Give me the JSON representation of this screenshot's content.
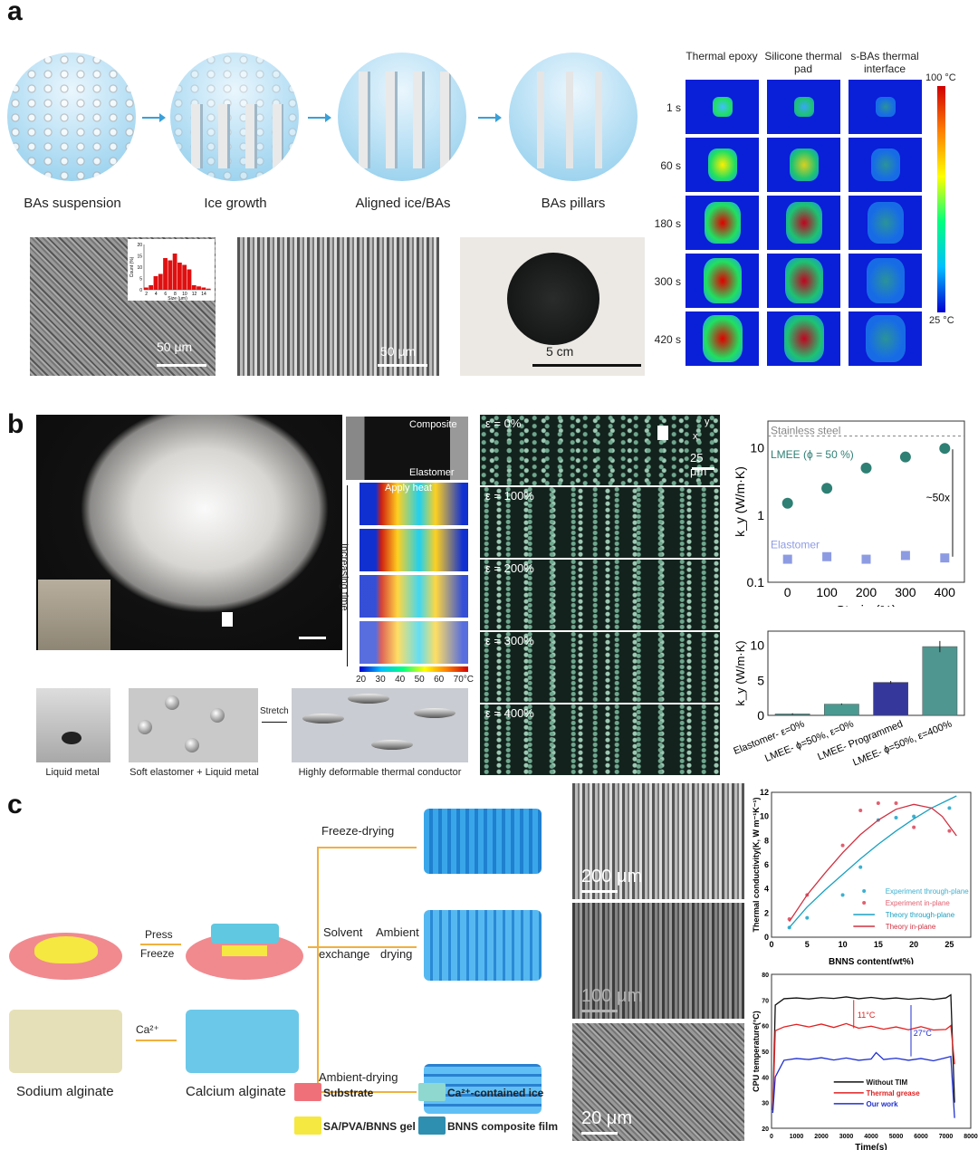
{
  "panel_a": {
    "label": "a",
    "steps": [
      "BAs suspension",
      "Ice growth",
      "Aligned ice/BAs",
      "BAs pillars"
    ],
    "sem_scales": [
      "50 μm",
      "50 μm",
      "5 cm"
    ],
    "histogram": {
      "ylabel": "Count (%)",
      "xlabel": "Size (μm)",
      "yticks": [
        "0",
        "5",
        "10",
        "15",
        "20"
      ],
      "xticks": [
        "2",
        "4",
        "6",
        "8",
        "10",
        "12",
        "14"
      ],
      "values": [
        1,
        2,
        6,
        7,
        14,
        13,
        16,
        12,
        11,
        9,
        2,
        1.5,
        1,
        0.5
      ],
      "color": "#e01010"
    },
    "thermal": {
      "columns": [
        "Thermal epoxy",
        "Silicone thermal pad",
        "s-BAs thermal interface"
      ],
      "times": [
        "1 s",
        "60 s",
        "180 s",
        "300 s",
        "420 s"
      ],
      "cbar_max": "100 °C",
      "cbar_min": "25 °C"
    }
  },
  "panel_b": {
    "label": "b",
    "photo_labels": {
      "composite": "Composite",
      "elastomer": "Elastomer",
      "apply_heat": "Apply heat",
      "increasing_time": "Increasing time"
    },
    "cbar_ticks": [
      "20",
      "30",
      "40",
      "50",
      "60",
      "70°C"
    ],
    "bottom_captions": [
      "Liquid metal",
      "Soft elastomer + Liquid metal",
      "Highly deformable thermal conductor"
    ],
    "stretch_label": "Stretch",
    "micro_labels": [
      "ε = 0%",
      "ε = 100%",
      "ε = 200%",
      "ε = 300%",
      "ε = 400%"
    ],
    "micro_scale": "25 μm",
    "axes_labels": {
      "y": "y",
      "x": "x"
    }
  },
  "panel_c": {
    "label": "c",
    "process": {
      "press": "Press",
      "freeze": "Freeze",
      "freeze_drying": "Freeze-drying",
      "solvent": "Solvent",
      "exchange": "exchange",
      "ambient": "Ambient",
      "drying": "drying",
      "ambient_drying": "Ambient-drying",
      "ca": "Ca²⁺",
      "sodium": "Sodium alginate",
      "calcium": "Calcium alginate"
    },
    "legend": [
      {
        "label": "Substrate",
        "color": "#f0707a"
      },
      {
        "label": "Ca²⁺-contained ice",
        "color": "#8fd8d0"
      },
      {
        "label": "SA/PVA/BNNS gel",
        "color": "#f5e840"
      },
      {
        "label": "BNNS composite film",
        "color": "#2f8fb0"
      }
    ],
    "sem_scales": [
      "200 μm",
      "100 μm",
      "20 μm"
    ]
  },
  "chart_data": [
    {
      "type": "scatter",
      "xlabel": "Strain (%)",
      "ylabel": "k_y (W/m·K)",
      "yscale": "log",
      "ylim": [
        0.1,
        25
      ],
      "xlim": [
        -50,
        450
      ],
      "xticks": [
        0,
        100,
        200,
        300,
        400
      ],
      "yticks": [
        "0.1",
        "1",
        "10"
      ],
      "series": [
        {
          "name": "LMEE (ϕ = 50 %)",
          "x": [
            0,
            100,
            200,
            300,
            400
          ],
          "y": [
            1.5,
            2.5,
            5,
            7.3,
            9.8
          ],
          "color": "#2e7f74",
          "marker": "circle"
        },
        {
          "name": "Elastomer",
          "x": [
            0,
            100,
            200,
            300,
            400
          ],
          "y": [
            0.22,
            0.24,
            0.22,
            0.25,
            0.23
          ],
          "color": "#8d9be3",
          "marker": "square"
        }
      ],
      "reference": {
        "name": "Stainless steel",
        "y": 15
      },
      "annotation": "~50x"
    },
    {
      "type": "bar",
      "ylabel": "k_y (W/m·K)",
      "ylim": [
        0,
        12
      ],
      "yticks": [
        "0",
        "5",
        "10"
      ],
      "categories": [
        "Elastomer- ε=0%",
        "LMEE- ϕ=50%, ε=0%",
        "LMEE- Programmed",
        "LMEE- ϕ=50%, ε=400%"
      ],
      "values": [
        0.2,
        1.6,
        4.7,
        9.8
      ],
      "errors": [
        0.1,
        0.1,
        0.2,
        0.8
      ],
      "colors": [
        "#3e7d77",
        "#4a9a92",
        "#35389a",
        "#4f9690"
      ]
    },
    {
      "type": "line",
      "xlabel": "BNNS content(wt%)",
      "ylabel": "Thermal conductivity(K, W m⁻¹K⁻¹)",
      "xlim": [
        0,
        28
      ],
      "ylim": [
        0,
        12
      ],
      "xticks": [
        0,
        5,
        10,
        15,
        20,
        25
      ],
      "yticks": [
        0,
        2,
        4,
        6,
        8,
        10,
        12
      ],
      "series": [
        {
          "name": "Experiment through-plane",
          "kind": "points",
          "x": [
            2.5,
            5,
            10,
            12.5,
            15,
            17.5,
            20,
            25
          ],
          "y": [
            0.8,
            1.6,
            3.5,
            5.8,
            9.7,
            9.9,
            10.0,
            10.7
          ],
          "color": "#3bb0d0"
        },
        {
          "name": "Experiment in-plane",
          "kind": "points",
          "x": [
            2.5,
            5,
            10,
            12.5,
            15,
            17.5,
            20,
            25
          ],
          "y": [
            1.5,
            3.5,
            7.6,
            10.5,
            11.1,
            11.1,
            9.1,
            8.8
          ],
          "color": "#e06070"
        },
        {
          "name": "Theory through-plane",
          "kind": "line",
          "x": [
            2.5,
            5,
            7.5,
            10,
            12.5,
            15,
            17.5,
            20,
            22.5,
            26
          ],
          "y": [
            0.8,
            2.5,
            3.9,
            5.2,
            6.5,
            7.7,
            8.8,
            9.8,
            10.7,
            11.7
          ],
          "color": "#1aa0c0"
        },
        {
          "name": "Theory in-plane",
          "kind": "line",
          "x": [
            2.5,
            5,
            7.5,
            10,
            12.5,
            15,
            17.5,
            20,
            22.5,
            24,
            26
          ],
          "y": [
            1.3,
            3.5,
            5.3,
            7.0,
            8.5,
            9.7,
            10.6,
            11.0,
            10.7,
            10.0,
            8.4
          ],
          "color": "#d03040"
        }
      ]
    },
    {
      "type": "line",
      "xlabel": "Time(s)",
      "ylabel": "CPU temperature(°C)",
      "xlim": [
        0,
        8000
      ],
      "ylim": [
        20,
        80
      ],
      "xticks": [
        0,
        1000,
        2000,
        3000,
        4000,
        5000,
        6000,
        7000,
        8000
      ],
      "yticks": [
        20,
        30,
        40,
        50,
        60,
        70,
        80
      ],
      "series": [
        {
          "name": "Without TIM",
          "color": "#111111",
          "x": [
            50,
            150,
            500,
            1000,
            1500,
            2000,
            2500,
            3000,
            3500,
            4000,
            4500,
            5000,
            5500,
            6000,
            6500,
            7000,
            7200,
            7350
          ],
          "y": [
            27,
            68,
            70.5,
            70.8,
            70.4,
            70.9,
            70.6,
            71.2,
            70.5,
            71,
            70.4,
            70.8,
            70.3,
            70.7,
            70.2,
            70.8,
            72,
            30
          ]
        },
        {
          "name": "Thermal grease",
          "color": "#e02020",
          "x": [
            50,
            150,
            500,
            1000,
            1500,
            2000,
            2500,
            3000,
            3500,
            4000,
            4500,
            5000,
            5500,
            6000,
            6500,
            7000,
            7200,
            7350
          ],
          "y": [
            27,
            58,
            59.5,
            60.5,
            59.5,
            60.6,
            59.3,
            60.8,
            59,
            59.8,
            58.6,
            59.5,
            58.4,
            59.6,
            58.3,
            58.5,
            60,
            45
          ]
        },
        {
          "name": "Our work",
          "color": "#2030d0",
          "x": [
            50,
            150,
            500,
            1000,
            1500,
            2000,
            2500,
            3000,
            3500,
            4000,
            4200,
            4500,
            5000,
            5500,
            6000,
            6500,
            7000,
            7200,
            7350
          ],
          "y": [
            26,
            40,
            46.5,
            47.2,
            46.8,
            47.5,
            46.6,
            47.4,
            46.5,
            47,
            49.5,
            46.8,
            47.3,
            46.5,
            47.2,
            46.3,
            47.5,
            48,
            24
          ]
        }
      ],
      "annotations": [
        "11°C",
        "27°C"
      ]
    }
  ]
}
